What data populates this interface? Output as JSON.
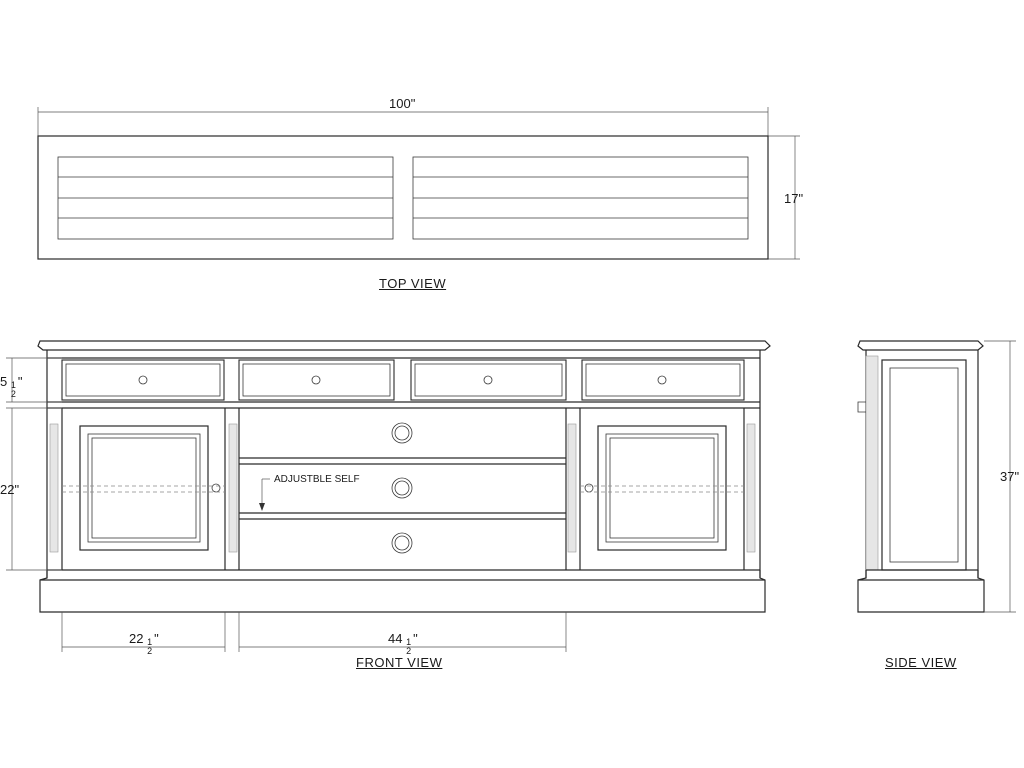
{
  "views": {
    "top": "TOP VIEW",
    "front": "FRONT VIEW",
    "side": "SIDE VIEW"
  },
  "dimensions": {
    "overall_width": "100\"",
    "depth": "17\"",
    "overall_height": "37\"",
    "drawer_height_whole": "5",
    "drawer_height_num": "1",
    "drawer_height_den": "2",
    "drawer_height_unit": "\"",
    "door_height": "22\"",
    "door_width_whole": "22",
    "door_width_num": "1",
    "door_width_den": "2",
    "door_width_unit": "\"",
    "center_width_whole": "44",
    "center_width_num": "1",
    "center_width_den": "2",
    "center_width_unit": "\""
  },
  "annotations": {
    "shelf": "ADJUSTBLE SELF"
  }
}
